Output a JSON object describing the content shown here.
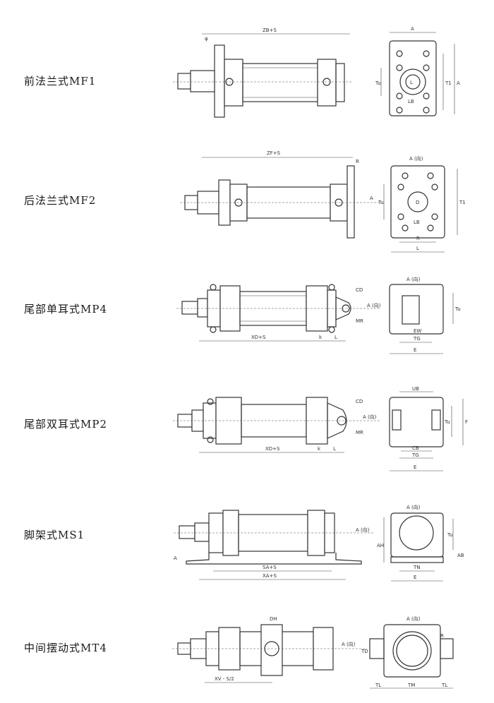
{
  "mounts": [
    {
      "label": "前法兰式MF1",
      "dims": {
        "top": "ZB+S",
        "corner": "φ"
      },
      "end_view": {
        "top": "A",
        "hole": "L",
        "mid": "LB",
        "v1": "Tu",
        "v2": "T1",
        "v3": "A"
      }
    },
    {
      "label": "后法兰式MF2",
      "dims": {
        "top": "ZF+S",
        "right": "R",
        "arrow": "A"
      },
      "end_view": {
        "top": "A (向)",
        "hole": "D",
        "mid": "LB",
        "v1": "Tu",
        "v2": "T1",
        "b1": "R",
        "b2": "L"
      }
    },
    {
      "label": "尾部单耳式MP4",
      "dims": {
        "bottom": "XD+S",
        "cd": "CD",
        "mr": "MR",
        "k": "k",
        "l": "L",
        "arrow": "A (向)"
      },
      "end_view": {
        "top": "A (向)",
        "mid": "EW",
        "b1": "TG",
        "b2": "E",
        "v1": "Tu"
      }
    },
    {
      "label": "尾部双耳式MP2",
      "dims": {
        "bottom": "XD+S",
        "cd": "CD",
        "mr": "MR",
        "k": "k",
        "l": "L",
        "arrow": "A (向)"
      },
      "end_view": {
        "top": "UB",
        "mid": "CB",
        "b1": "TG",
        "b2": "E",
        "v1": "Tu",
        "v2": "F"
      }
    },
    {
      "label": "脚架式MS1",
      "dims": {
        "b1": "SA+S",
        "b2": "XA+S",
        "arrow": "A (向)",
        "left": "A"
      },
      "end_view": {
        "top": "A (向)",
        "left": "AH",
        "right": "AB",
        "b1": "TN",
        "b2": "E",
        "v1": "Tu"
      }
    },
    {
      "label": "中间摆动式MT4",
      "dims": {
        "top": "DH",
        "bottom": "XV - S/2",
        "arrow": "A (向)"
      },
      "end_view": {
        "top": "A (向)",
        "left": "TD",
        "right": "R",
        "b1": "TL",
        "b2": "TM",
        "b3": "TL"
      }
    }
  ]
}
